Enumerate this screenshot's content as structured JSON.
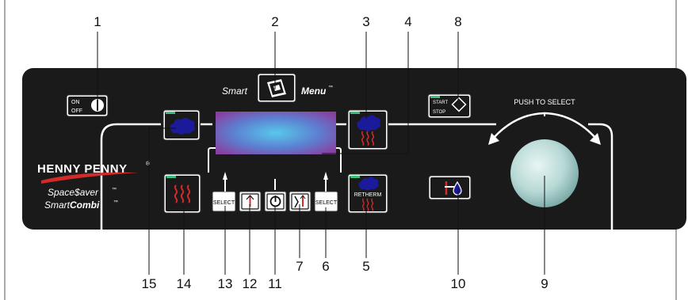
{
  "diagram": {
    "callouts": [
      "1",
      "2",
      "3",
      "4",
      "5",
      "6",
      "7",
      "8",
      "9",
      "10",
      "11",
      "12",
      "13",
      "14",
      "15"
    ],
    "panel": {
      "brand": "HENNY PENNY",
      "model_line1": "Space$aver",
      "model_line2_prefix": "Smart",
      "model_line2_bold": "Combi",
      "tm": "™",
      "reg": "®",
      "smart_menu_prefix": "Smart",
      "smart_menu_bold": "Menu",
      "push_to_select": "PUSH TO SELECT",
      "on_label": "ON",
      "off_label": "OFF",
      "start_label": "START",
      "stop_label": "STOP",
      "select_label": "SELECT",
      "retherm_label": "RETHERM"
    },
    "colors": {
      "panel": "#1a1a1a",
      "display_center": "#58c8ec",
      "display_edge": "#8a3fa0",
      "knob": "#b7d9d6",
      "steam": "#1a1a9a",
      "heat": "#d32a2a",
      "led": "#39c07a"
    }
  }
}
